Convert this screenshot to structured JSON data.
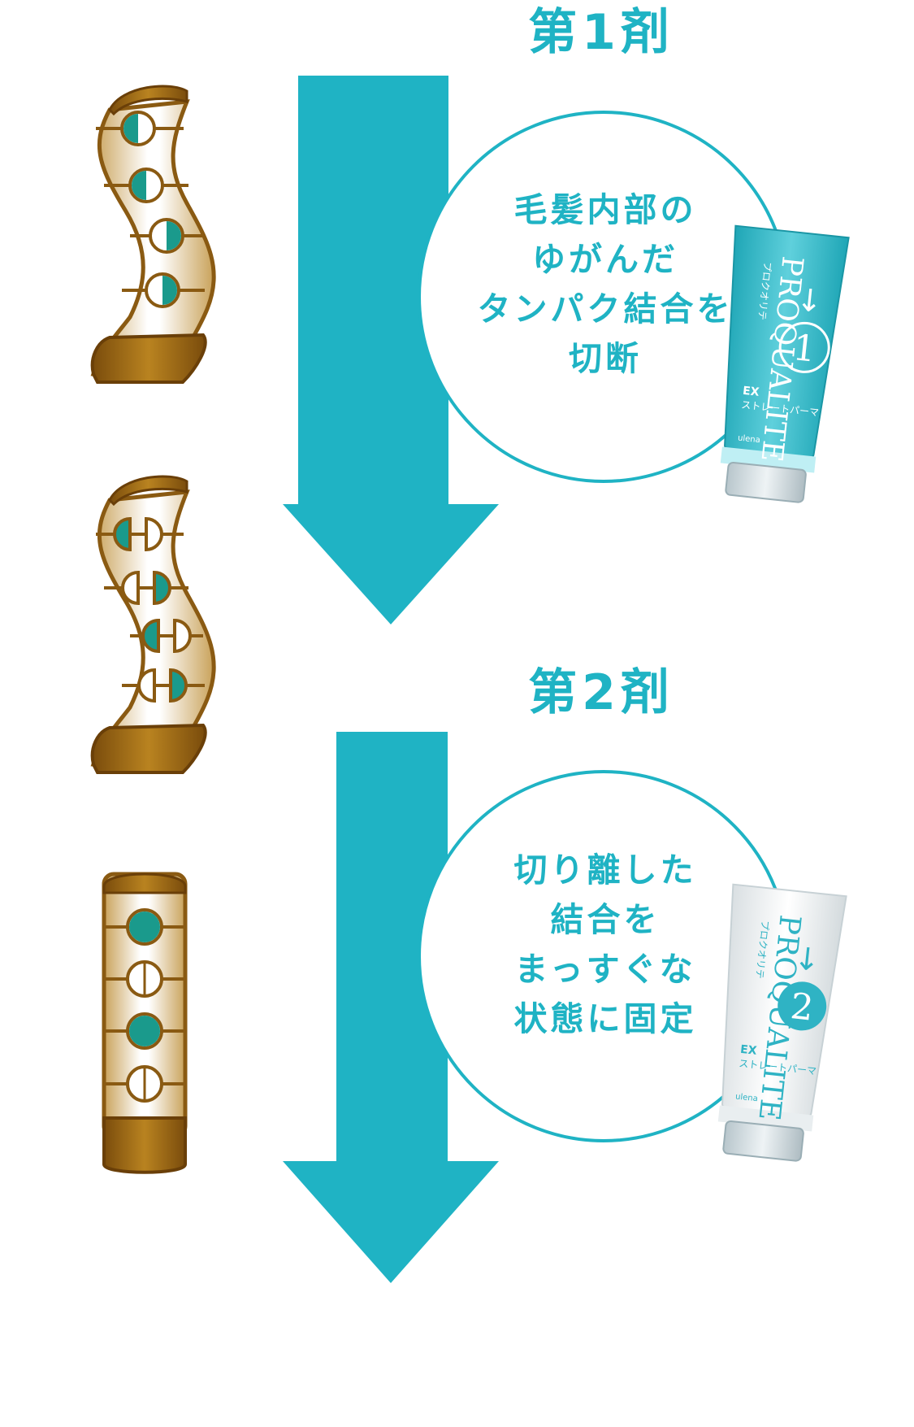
{
  "colors": {
    "accent": "#1fb3c4",
    "hair_dark": "#8a5a12",
    "hair_mid": "#c9a25a",
    "hair_light": "#ffffff",
    "bond_teal": "#1a9a8c",
    "bond_white": "#ffffff"
  },
  "steps": [
    {
      "title": "第1剤",
      "lines": [
        "毛髪内部の",
        "ゆがんだ",
        "タンパク結合を",
        "切断"
      ],
      "product": {
        "brand": "PROQUALITE",
        "brand_kana": "プロクオリテ",
        "number": "1",
        "type_en": "EX",
        "type_ja": "ストレートパーマ",
        "maker": "ulena",
        "color": "#2fb9c8"
      }
    },
    {
      "title": "第2剤",
      "lines": [
        "切り離した",
        "結合を",
        "まっすぐな",
        "状態に固定"
      ],
      "product": {
        "brand": "PROQUALITE",
        "brand_kana": "プロクオリテ",
        "number": "2",
        "type_en": "EX",
        "type_ja": "ストレートパーマ",
        "maker": "ulena",
        "color": "#f4f7f8"
      }
    }
  ],
  "hair_states": [
    {
      "shape": "wavy",
      "bonds": [
        "joined",
        "joined",
        "joined",
        "joined"
      ]
    },
    {
      "shape": "wavy",
      "bonds": [
        "split",
        "split",
        "split",
        "split"
      ]
    },
    {
      "shape": "straight",
      "bonds": [
        "joined-teal",
        "joined-white",
        "joined-teal",
        "joined-white"
      ]
    }
  ]
}
